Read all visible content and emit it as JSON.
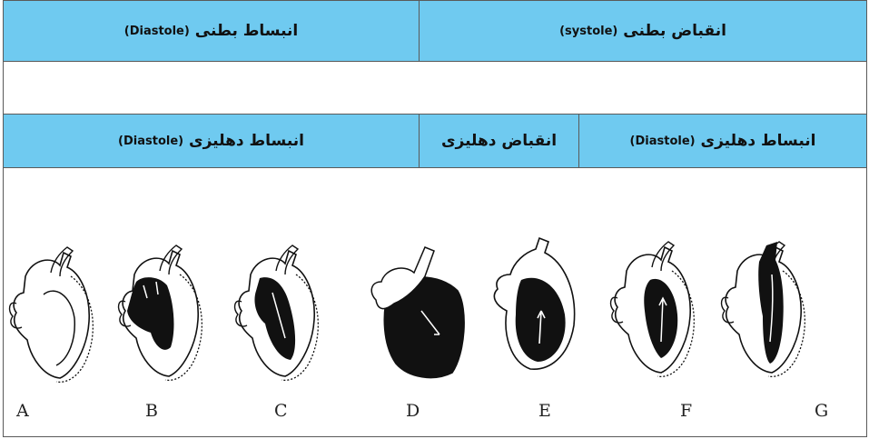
{
  "top_row": {
    "left": {
      "text": "انبساط بطنی",
      "latin": "(Diastole)"
    },
    "right": {
      "text": "انقباض بطنی",
      "latin": "(systole)"
    }
  },
  "second_row": {
    "left": {
      "text": "انبساط دهلیزی",
      "latin": "(Diastole)"
    },
    "middle": {
      "text": "انقباض دهلیزی"
    },
    "right": {
      "text": "انبساط دهلیزی",
      "latin": "(Diastole)"
    }
  },
  "stages": [
    "A",
    "B",
    "C",
    "D",
    "E",
    "F",
    "G"
  ],
  "colors": {
    "header_bg": "#6fcaf0",
    "border": "#5a5a5a"
  }
}
